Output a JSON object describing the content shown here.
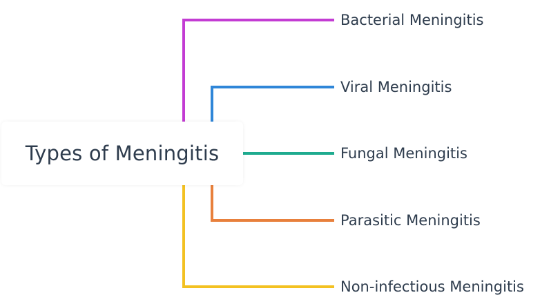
{
  "root": {
    "label": "Types of Meningitis"
  },
  "branches": [
    {
      "label": "Bacterial Meningitis",
      "color": "#c33cd3"
    },
    {
      "label": "Viral Meningitis",
      "color": "#2f86d8"
    },
    {
      "label": "Fungal Meningitis",
      "color": "#1eab8f"
    },
    {
      "label": "Parasitic Meningitis",
      "color": "#e8803c"
    },
    {
      "label": "Non-infectious Meningitis",
      "color": "#f3c122"
    }
  ]
}
